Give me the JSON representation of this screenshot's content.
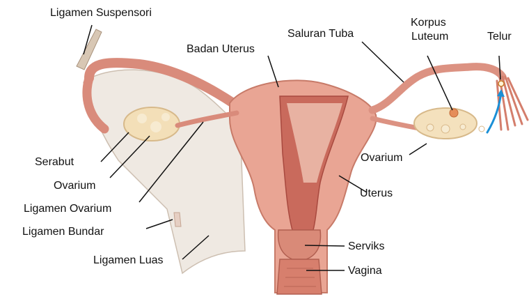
{
  "labels": {
    "suspensory_ligament": "Ligamen Suspensori",
    "uterus_body": "Badan Uterus",
    "fallopian_tube": "Saluran Tuba",
    "corpus_luteum_1": "Korpus",
    "corpus_luteum_2": "Luteum",
    "egg": "Telur",
    "fimbriae": "Serabut",
    "ovary_left": "Ovarium",
    "ovary_right": "Ovarium",
    "ovarian_ligament": "Ligamen Ovarium",
    "uterus": "Uterus",
    "round_ligament": "Ligamen Bundar",
    "broad_ligament": "Ligamen Luas",
    "cervix": "Serviks",
    "vagina": "Vagina"
  },
  "colors": {
    "tissue": "#e7a08f",
    "tissue_dark": "#c9705f",
    "cavity": "#b9544a",
    "broad_ligament": "#efe9e2",
    "ovary": "#f3dfb8",
    "egg_path": "#1a8fd6",
    "leader_line": "#111111"
  }
}
